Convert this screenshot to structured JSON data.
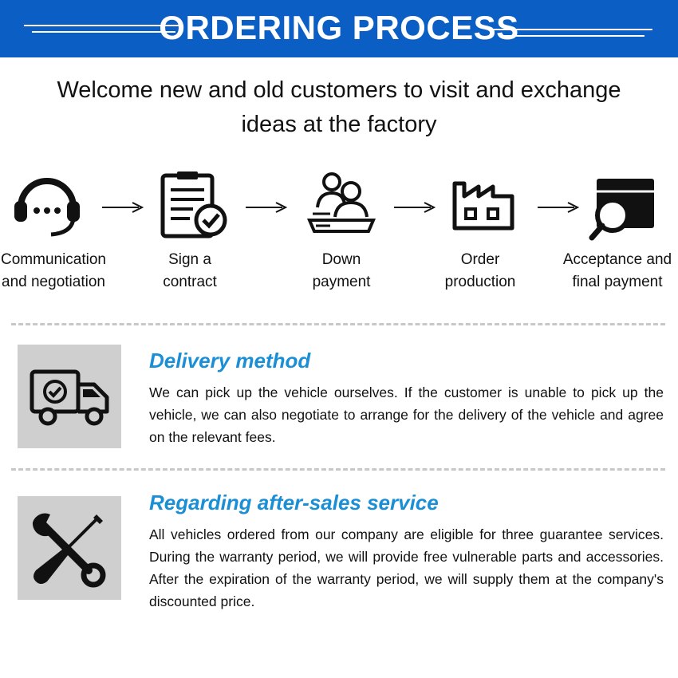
{
  "header": {
    "title": "ORDERING PROCESS",
    "background_color": "#0b5fc4"
  },
  "welcome": {
    "line1": "Welcome new and old customers to visit and exchange",
    "line2": "ideas at the factory"
  },
  "steps": [
    {
      "icon": "headset-icon",
      "line1": "Communication",
      "line2": "and negotiation"
    },
    {
      "icon": "contract-icon",
      "line1": "Sign a",
      "line2": "contract"
    },
    {
      "icon": "handshake-payment-icon",
      "line1": "Down",
      "line2": "payment"
    },
    {
      "icon": "factory-icon",
      "line1": "Order",
      "line2": "production"
    },
    {
      "icon": "box-inspect-icon",
      "line1": "Acceptance and",
      "line2": "final payment"
    }
  ],
  "sections": [
    {
      "icon": "delivery-truck-icon",
      "title": "Delivery method",
      "body": "We can pick up the vehicle ourselves. If the customer is unable to pick up the vehicle, we can also negotiate to arrange for the delivery of the vehicle and agree on the relevant fees."
    },
    {
      "icon": "wrench-screwdriver-icon",
      "title": "Regarding after-sales service",
      "body": "All vehicles ordered from our company are eligible for three guarantee services. During the warranty period, we will provide free vulnerable parts and accessories. After the expiration of the warranty period, we will supply them at the company's discounted price."
    }
  ],
  "colors": {
    "accent_title": "#1a8fd6",
    "icon_box": "#cfcfcf"
  }
}
